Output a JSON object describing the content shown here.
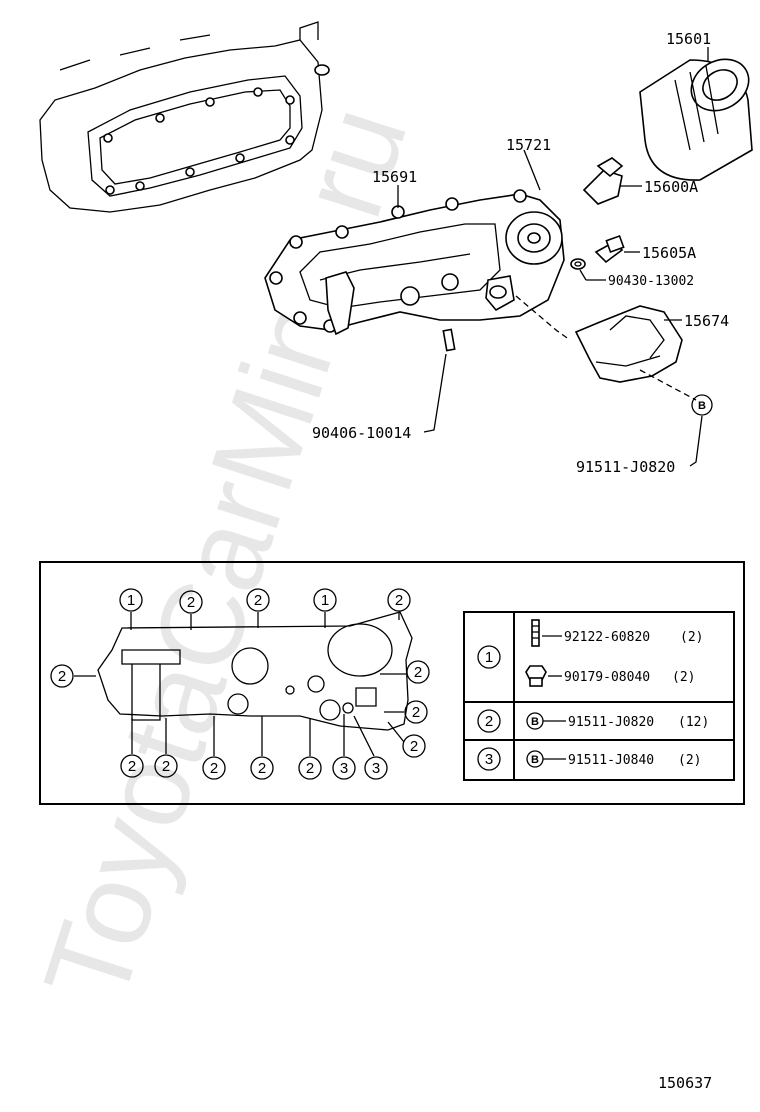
{
  "diagram_labels": {
    "oil_filter": "15601",
    "oil_cooler_assy": "15721",
    "oil_cooler_case": "15691",
    "union": "15600A",
    "plug": "15605A",
    "gasket": "90430-13002",
    "oil_pipe_cover": "15674",
    "pin": "90406-10014",
    "bolt_b": "91511-J0820",
    "bolt_marker": "B"
  },
  "inset": {
    "callouts_top": [
      "1",
      "2",
      "2",
      "1",
      "2"
    ],
    "callouts_left": [
      "2"
    ],
    "callouts_right": [
      "2",
      "2",
      "2"
    ],
    "callouts_bottom": [
      "2",
      "2",
      "2",
      "2",
      "2",
      "3",
      "3"
    ],
    "table": {
      "rows": [
        {
          "ref": "1",
          "items": [
            {
              "part": "92122-60820",
              "qty": "(2)"
            },
            {
              "part": "90179-08040",
              "qty": "(2)"
            }
          ]
        },
        {
          "ref": "2",
          "items": [
            {
              "marker": "B",
              "part": "91511-J0820",
              "qty": "(12)"
            }
          ]
        },
        {
          "ref": "3",
          "items": [
            {
              "marker": "B",
              "part": "91511-J0840",
              "qty": "(2)"
            }
          ]
        }
      ]
    }
  },
  "footer": {
    "diagram_id": "150637"
  },
  "watermark": {
    "text": "ToyotaCarMine.ru"
  }
}
